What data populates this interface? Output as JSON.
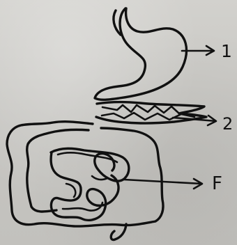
{
  "labels": {
    "stomach": "1",
    "pancreas": "2",
    "small_intestine": "F"
  },
  "colors": {
    "paper": "#c9c8c4",
    "ink": "#111111"
  }
}
